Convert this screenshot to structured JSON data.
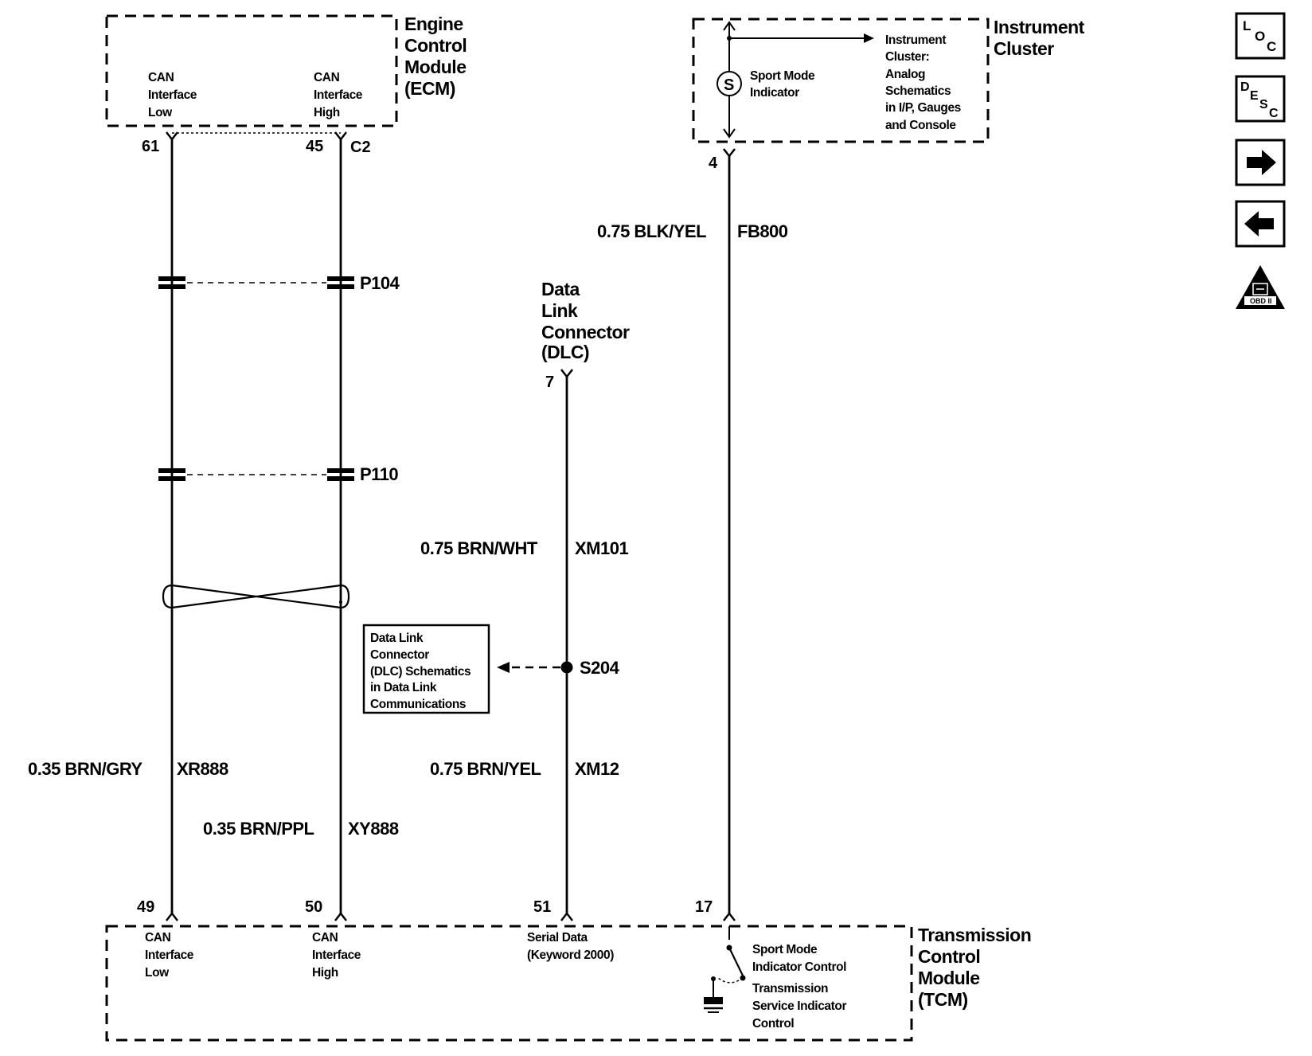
{
  "ecm": {
    "title": [
      "Engine",
      "Control",
      "Module",
      "(ECM)"
    ],
    "can_low": [
      "CAN",
      "Interface",
      "Low"
    ],
    "can_high": [
      "CAN",
      "Interface",
      "High"
    ],
    "pin_low": "61",
    "pin_high": "45",
    "connector": "C2"
  },
  "instrument_cluster": {
    "title": [
      "Instrument",
      "Cluster"
    ],
    "indicator": [
      "Sport Mode",
      "Indicator"
    ],
    "ref": [
      "Instrument",
      "Cluster:",
      "Analog",
      "Schematics",
      "in I/P, Gauges",
      "and Console"
    ],
    "pin": "4"
  },
  "inline_connectors": [
    "P104",
    "P110"
  ],
  "dlc": {
    "title": [
      "Data",
      "Link",
      "Connector",
      "(DLC)"
    ],
    "pin": "7",
    "ref": [
      "Data Link",
      "Connector",
      "(DLC) Schematics",
      "in Data Link",
      "Communications"
    ]
  },
  "splice": "S204",
  "wires": {
    "can_low": {
      "label": "0.35 BRN/GRY",
      "circuit": "XR888"
    },
    "can_high": {
      "label": "0.35 BRN/PPL",
      "circuit": "XY888"
    },
    "dlc_upper": {
      "label": "0.75 BRN/WHT",
      "circuit": "XM101"
    },
    "dlc_lower": {
      "label": "0.75 BRN/YEL",
      "circuit": "XM12"
    },
    "cluster": {
      "label": "0.75 BLK/YEL",
      "circuit": "FB800"
    }
  },
  "tcm": {
    "title": [
      "Transmission",
      "Control",
      "Module",
      "(TCM)"
    ],
    "pins": [
      "49",
      "50",
      "51",
      "17"
    ],
    "can_low": [
      "CAN",
      "Interface",
      "Low"
    ],
    "can_high": [
      "CAN",
      "Interface",
      "High"
    ],
    "serial": [
      "Serial Data",
      "(Keyword 2000)"
    ],
    "sport_ctrl": [
      "Sport Mode",
      "Indicator Control"
    ],
    "service_ctrl": [
      "Transmission",
      "Service Indicator",
      "Control"
    ]
  },
  "side_icons": {
    "loc": [
      "L",
      "O",
      "C"
    ],
    "desc": [
      "D",
      "E",
      "S",
      "C"
    ],
    "obd": "OBD II",
    "items": [
      "loc-icon",
      "desc-icon",
      "next-arrow-icon",
      "prev-arrow-icon",
      "obd-warning-icon"
    ]
  }
}
